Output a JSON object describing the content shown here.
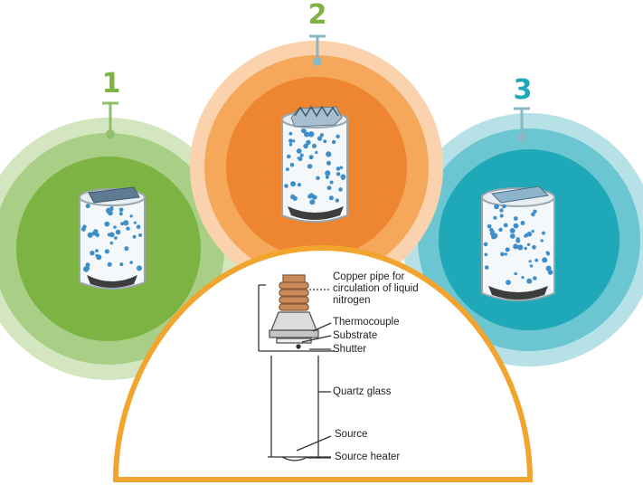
{
  "stages": [
    {
      "number": "1",
      "color": "#7CB342",
      "ring_color": "#D4E6C0",
      "mid_color": "#A9CF86"
    },
    {
      "number": "2",
      "color": "#F28C28",
      "ring_color": "#FAD3AE",
      "mid_color": "#F5A75A"
    },
    {
      "number": "3",
      "color": "#1FA9B8",
      "ring_color": "#B6E1E7",
      "mid_color": "#6CC6D1"
    }
  ],
  "dome": {
    "border_color": "#F2A52E"
  },
  "labels": {
    "copper_pipe": "Copper pipe for circulation of liquid nitrogen",
    "thermocouple": "Thermocouple",
    "substrate": "Substrate",
    "shutter": "Shutter",
    "quartz_glass": "Quartz glass",
    "source": "Source",
    "source_heater": "Source heater"
  },
  "icons": [
    "pin-marker-icon",
    "beaker-with-bubbles-icon"
  ]
}
